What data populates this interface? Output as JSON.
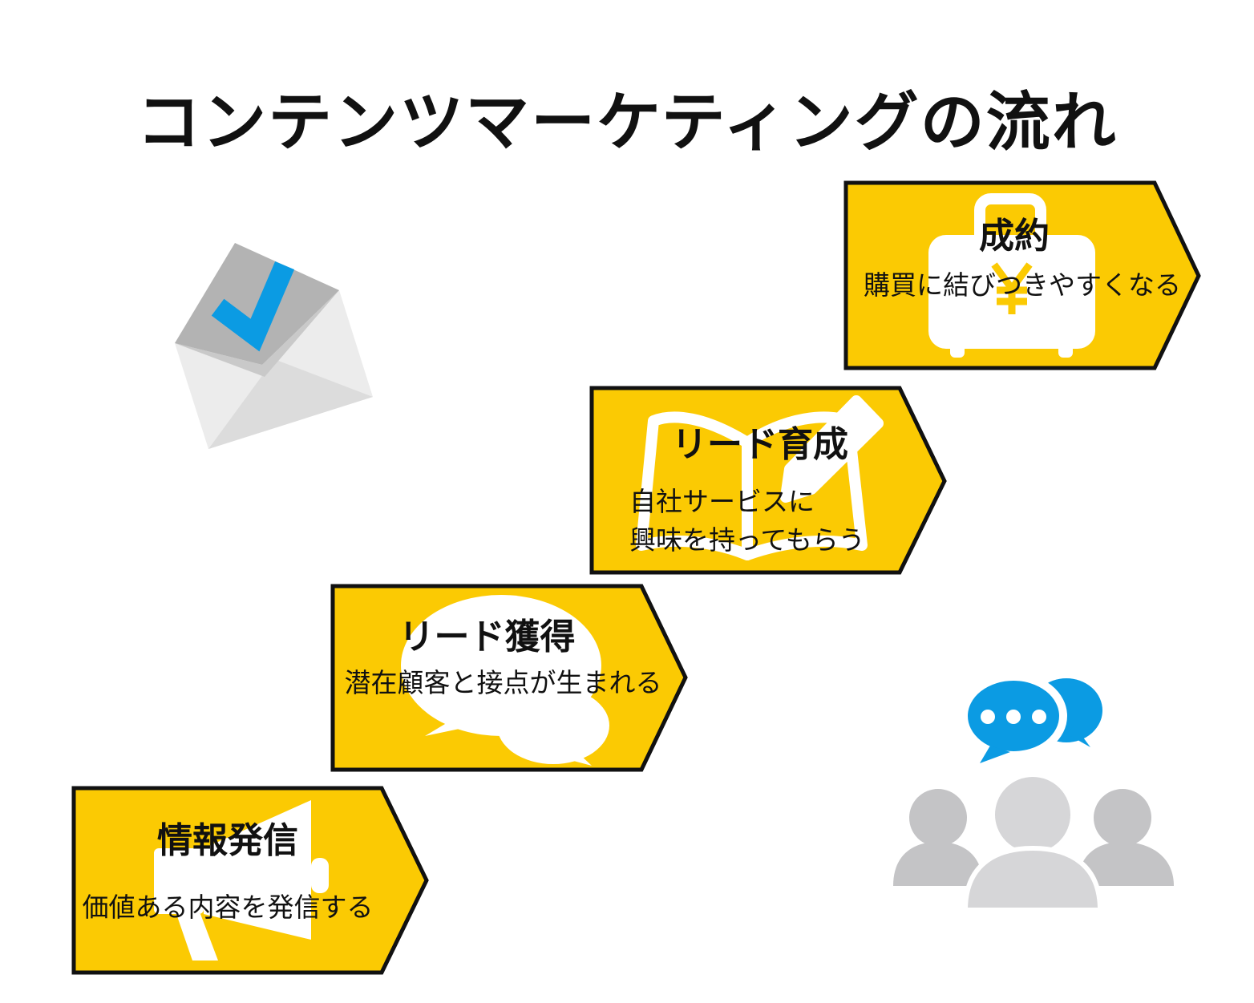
{
  "title": "コンテンツマーケティングの流れ",
  "colors": {
    "step_fill": "#fbca03",
    "step_border": "#111111",
    "accent_blue": "#0b9be3",
    "icon_gray": "#c4c4c6"
  },
  "steps": [
    {
      "title": "情報発信",
      "desc": [
        "価値ある内容を発信する"
      ],
      "icon": "megaphone-icon"
    },
    {
      "title": "リード獲得",
      "desc": [
        "潜在顧客と接点が生まれる"
      ],
      "icon": "speech-bubbles-icon"
    },
    {
      "title": "リード育成",
      "desc": [
        "自社サービスに",
        "興味を持ってもらう"
      ],
      "icon": "open-book-pencil-icon"
    },
    {
      "title": "成約",
      "desc": [
        "購買に結びつきやすくなる"
      ],
      "icon": "yen-suitcase-icon"
    }
  ],
  "decorations": {
    "mail": "envelope-check-icon",
    "chat": "chat-bubbles-icon",
    "people": "people-group-icon"
  }
}
